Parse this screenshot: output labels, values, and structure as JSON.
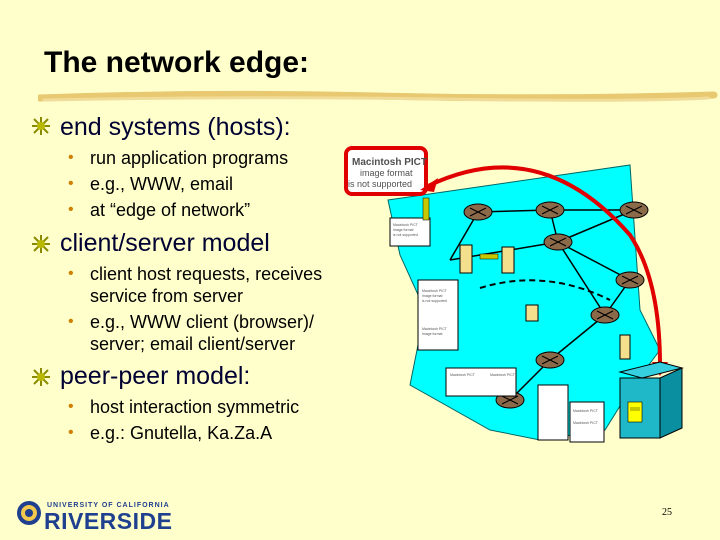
{
  "slide": {
    "title": "The network edge:",
    "sections": [
      {
        "heading": "end systems (hosts):",
        "items": [
          "run application programs",
          "e.g., WWW, email",
          "at “edge of network”"
        ]
      },
      {
        "heading": "client/server model",
        "items": [
          "client host requests, receives service from server",
          "e.g., WWW client (browser)/ server; email client/server"
        ]
      },
      {
        "heading": "peer-peer model:",
        "items": [
          " host interaction symmetric",
          "e.g.: Gnutella, Ka.Za.A"
        ]
      }
    ],
    "diagram": {
      "pict_placeholder": [
        "Macintosh PICT",
        "image format",
        "is not supported"
      ]
    },
    "footer": {
      "logo_top": "UNIVERSITY OF CALIFORNIA",
      "logo_main": "RIVERSIDE",
      "page_number": "25"
    }
  }
}
